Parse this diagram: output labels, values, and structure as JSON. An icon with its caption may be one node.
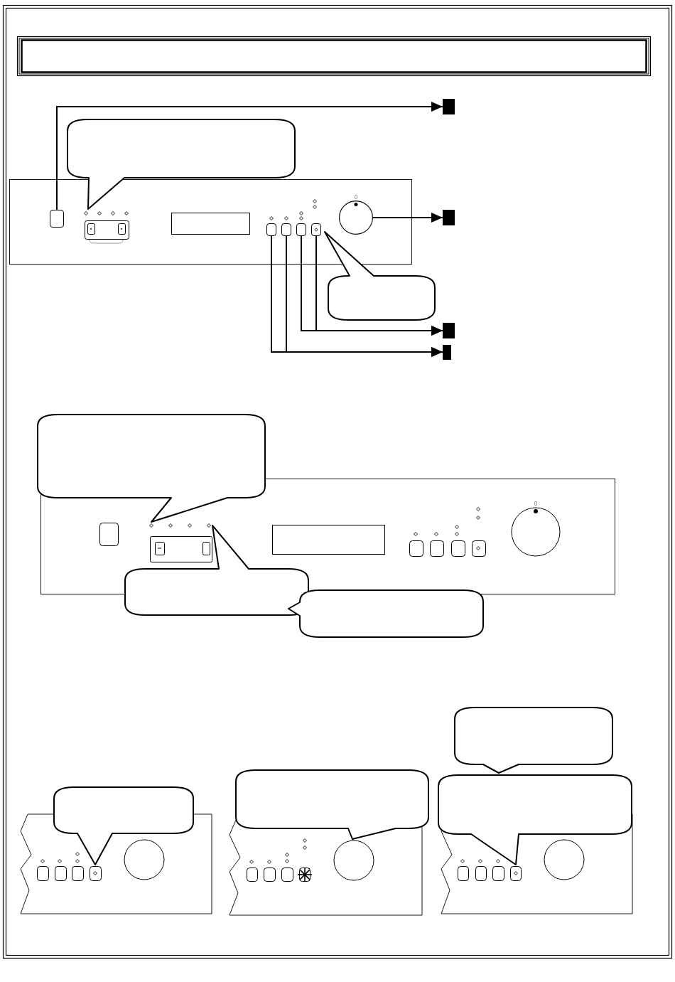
{
  "diagram": {
    "nodes": [
      {
        "text": [],
        "shape": "callout"
      },
      {
        "text": [],
        "shape": "bar"
      },
      {
        "text": [],
        "shape": "picture"
      },
      {
        "text": [],
        "shape": "box",
        "in": 2
      },
      {
        "text": [],
        "shape": "bar"
      },
      {
        "text": [],
        "shape": "circle",
        "in": 2,
        "beside": [
          "0"
        ]
      },
      {
        "text": [],
        "shape": "box",
        "in": 2
      },
      {
        "text": [],
        "shape": "box",
        "in": 2
      },
      {
        "text": [],
        "shape": "box",
        "in": 2
      },
      {
        "text": [],
        "shape": "box",
        "in": 2
      },
      {
        "text": [],
        "shape": "callout"
      },
      {
        "text": [],
        "shape": "bar"
      },
      {
        "text": [],
        "shape": "bar"
      },
      {
        "text": [],
        "shape": "callout"
      },
      {
        "text": [],
        "shape": "picture"
      },
      {
        "text": [],
        "shape": "callout"
      },
      {
        "text": [],
        "shape": "callout"
      },
      {
        "text": [],
        "shape": "callout"
      },
      {
        "text": [],
        "shape": "callout"
      },
      {
        "text": [],
        "shape": "callout"
      },
      {
        "text": [],
        "shape": "callout"
      },
      {
        "text": [],
        "shape": "picture"
      },
      {
        "text": [],
        "shape": "picture"
      },
      {
        "text": [],
        "shape": "picture"
      },
      {
        "text": [],
        "shape": "screen",
        "in": 2
      },
      {
        "text": [],
        "shape": "screen",
        "in": 14
      }
    ],
    "edges": [
      {
        "from": 3,
        "to": 1,
        "arrow": "to"
      },
      {
        "from": 5,
        "to": 4,
        "arrow": "to"
      },
      {
        "from": 6,
        "to": 12,
        "arrow": "to"
      },
      {
        "from": 7,
        "to": 12,
        "arrow": "to"
      },
      {
        "from": 8,
        "to": 11,
        "arrow": "to"
      },
      {
        "from": 9,
        "to": 11,
        "arrow": "to"
      }
    ],
    "labels": [
      "0"
    ]
  }
}
